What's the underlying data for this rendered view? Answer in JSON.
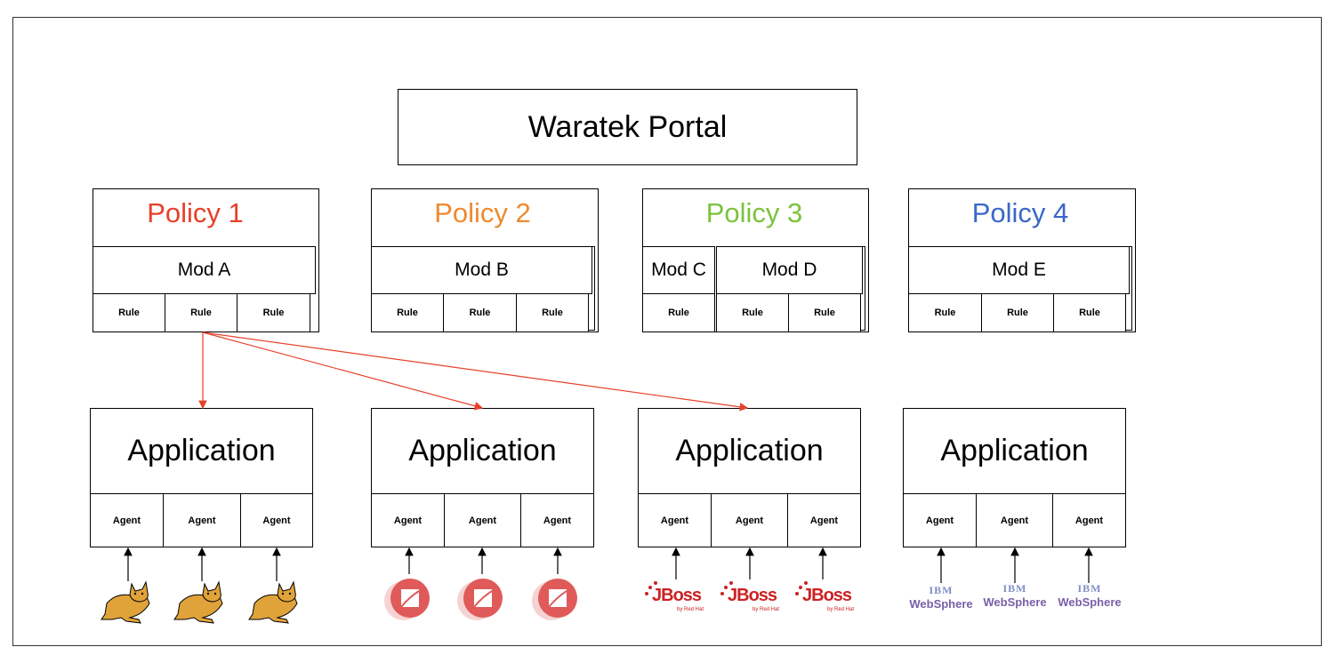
{
  "portal": {
    "title": "Waratek Portal"
  },
  "colors": {
    "policy1": "#e8402a",
    "policy2": "#ee8a30",
    "policy3": "#7cc23e",
    "policy4": "#3b67c8",
    "arrow_red": "#e8402a",
    "tomcat": "#e0a33a",
    "circle_red": "#e05a5a",
    "jboss_red": "#cc2222",
    "ibm_blue": "#7f8fc8",
    "websphere_purple": "#7a5fa8"
  },
  "policies": [
    {
      "title": "Policy 1",
      "color": "#e8402a",
      "mods": [
        "Mod A"
      ],
      "rules": [
        "Rule",
        "Rule",
        "Rule"
      ]
    },
    {
      "title": "Policy 2",
      "color": "#ee8a30",
      "mods": [
        "Mod B"
      ],
      "rules": [
        "Rule",
        "Rule",
        "Rule"
      ]
    },
    {
      "title": "Policy 3",
      "color": "#7cc23e",
      "mods": [
        "Mod C",
        "Mod D"
      ],
      "rules": [
        "Rule",
        "Rule",
        "Rule"
      ]
    },
    {
      "title": "Policy 4",
      "color": "#3b67c8",
      "mods": [
        "Mod E"
      ],
      "rules": [
        "Rule",
        "Rule",
        "Rule"
      ]
    }
  ],
  "applications": [
    {
      "title": "Application",
      "agents": [
        "Agent",
        "Agent",
        "Agent"
      ],
      "server_icon": "tomcat-icon"
    },
    {
      "title": "Application",
      "agents": [
        "Agent",
        "Agent",
        "Agent"
      ],
      "server_icon": "red-circle-server-icon"
    },
    {
      "title": "Application",
      "agents": [
        "Agent",
        "Agent",
        "Agent"
      ],
      "server_icon": "jboss-logo"
    },
    {
      "title": "Application",
      "agents": [
        "Agent",
        "Agent",
        "Agent"
      ],
      "server_icon": "websphere-logo"
    }
  ],
  "logos": {
    "jboss": {
      "text": "JBoss",
      "sub": "by Red Hat"
    },
    "websphere": {
      "ibm": "IBM",
      "name": "WebSphere"
    }
  }
}
